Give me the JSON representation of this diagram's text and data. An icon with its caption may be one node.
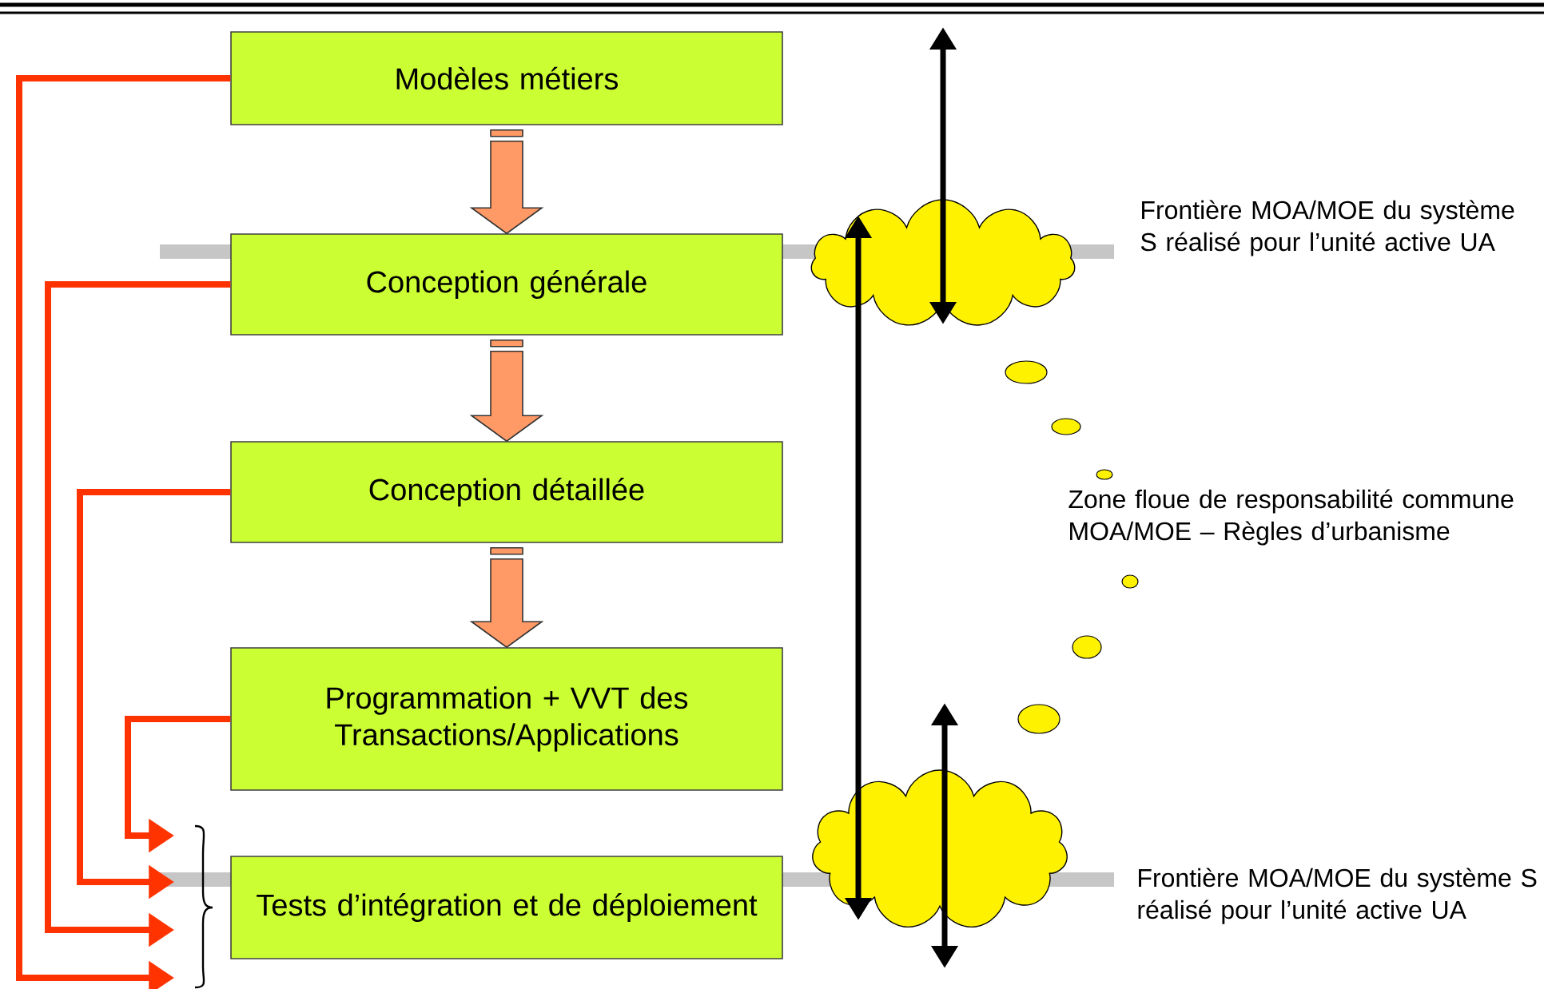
{
  "diagram": {
    "nodes": [
      {
        "text": [
          "Modèles métiers"
        ]
      },
      {
        "text": [
          "Conception générale"
        ]
      },
      {
        "text": [
          "Conception détaillée"
        ]
      },
      {
        "text": [
          "Programmation + VVT des Transactions/Applications"
        ]
      },
      {
        "text": [
          "Tests d’intégration et de déploiement"
        ]
      },
      {
        "text": [],
        "shape": "cloud"
      },
      {
        "text": [],
        "shape": "cloud"
      }
    ],
    "edges": [
      {
        "from": 0,
        "to": 1,
        "arrow": "to",
        "style": "thick",
        "color": "#ff9966"
      },
      {
        "from": 1,
        "to": 2,
        "arrow": "to",
        "style": "thick",
        "color": "#ff9966"
      },
      {
        "from": 2,
        "to": 3,
        "arrow": "to",
        "style": "thick",
        "color": "#ff9966"
      },
      {
        "from": 3,
        "to": 4,
        "arrow": "to",
        "color": "#ff3300"
      },
      {
        "from": 2,
        "to": 4,
        "arrow": "to",
        "color": "#ff3300"
      },
      {
        "from": 1,
        "to": 4,
        "arrow": "to",
        "color": "#ff3300"
      },
      {
        "from": 0,
        "to": 4,
        "arrow": "to",
        "color": "#ff3300"
      },
      {
        "from": 5,
        "to": 6,
        "arrow": "both",
        "color": "#000000"
      }
    ],
    "labels": [
      "Frontière MOA/MOE du système S réalisé pour l’unité active UA",
      "Zone floue de responsabilité commune MOA/MOE – Règles d’urbanisme",
      "Frontière MOA/MOE du système S réalisé pour l’unité active UA"
    ]
  }
}
